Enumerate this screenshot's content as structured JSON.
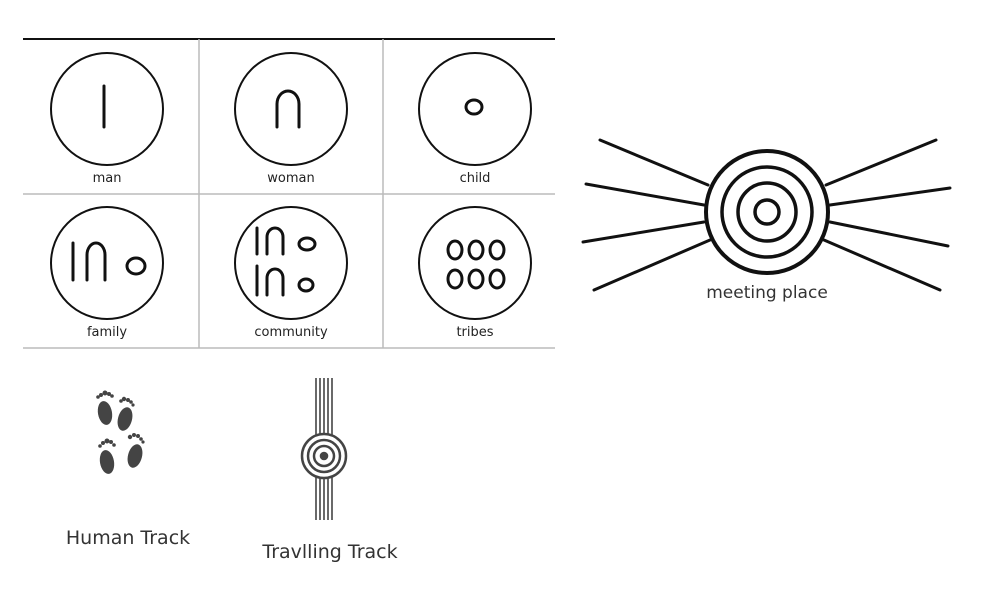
{
  "symbols": [
    {
      "label": "man",
      "icon": "man-symbol"
    },
    {
      "label": "woman",
      "icon": "woman-symbol"
    },
    {
      "label": "child",
      "icon": "child-symbol"
    },
    {
      "label": "family",
      "icon": "family-symbol"
    },
    {
      "label": "community",
      "icon": "community-symbol"
    },
    {
      "label": "tribes",
      "icon": "tribes-symbol"
    }
  ],
  "meeting_place": {
    "label": "meeting place"
  },
  "tracks": [
    {
      "label": "Human Track",
      "icon": "footprints"
    },
    {
      "label": "Travlling Track",
      "icon": "travelling-track"
    }
  ]
}
